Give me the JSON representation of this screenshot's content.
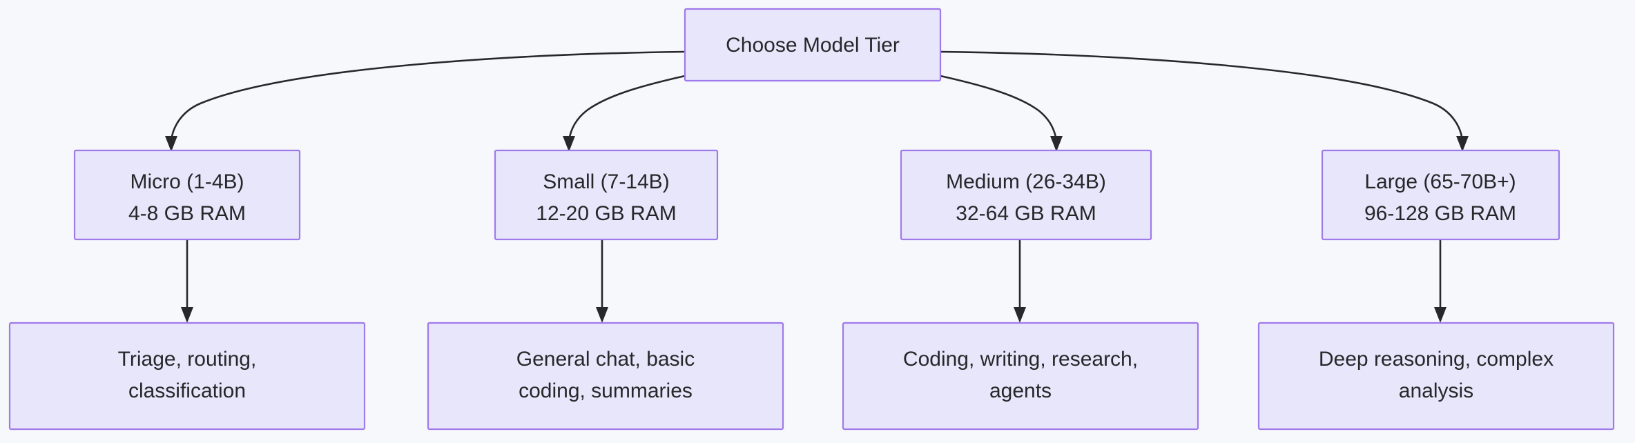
{
  "diagram": {
    "type": "flowchart",
    "direction": "top-down",
    "background_color": "#f7f8fc",
    "node_fill_color": "#e8e6fb",
    "node_border_color": "#9f7aea",
    "edge_color": "#28282b",
    "text_color": "#27272a",
    "root": {
      "id": "choose-model-tier",
      "label": "Choose Model Tier"
    },
    "tiers": [
      {
        "id": "micro",
        "name": "Micro (1-4B)",
        "ram": "4-8 GB RAM",
        "use_case_line1": "Triage, routing,",
        "use_case_line2": "classification"
      },
      {
        "id": "small",
        "name": "Small (7-14B)",
        "ram": "12-20 GB RAM",
        "use_case_line1": "General chat, basic",
        "use_case_line2": "coding, summaries"
      },
      {
        "id": "medium",
        "name": "Medium (26-34B)",
        "ram": "32-64 GB RAM",
        "use_case_line1": "Coding, writing, research,",
        "use_case_line2": "agents"
      },
      {
        "id": "large",
        "name": "Large (65-70B+)",
        "ram": "96-128 GB RAM",
        "use_case_line1": "Deep reasoning, complex",
        "use_case_line2": "analysis"
      }
    ]
  }
}
